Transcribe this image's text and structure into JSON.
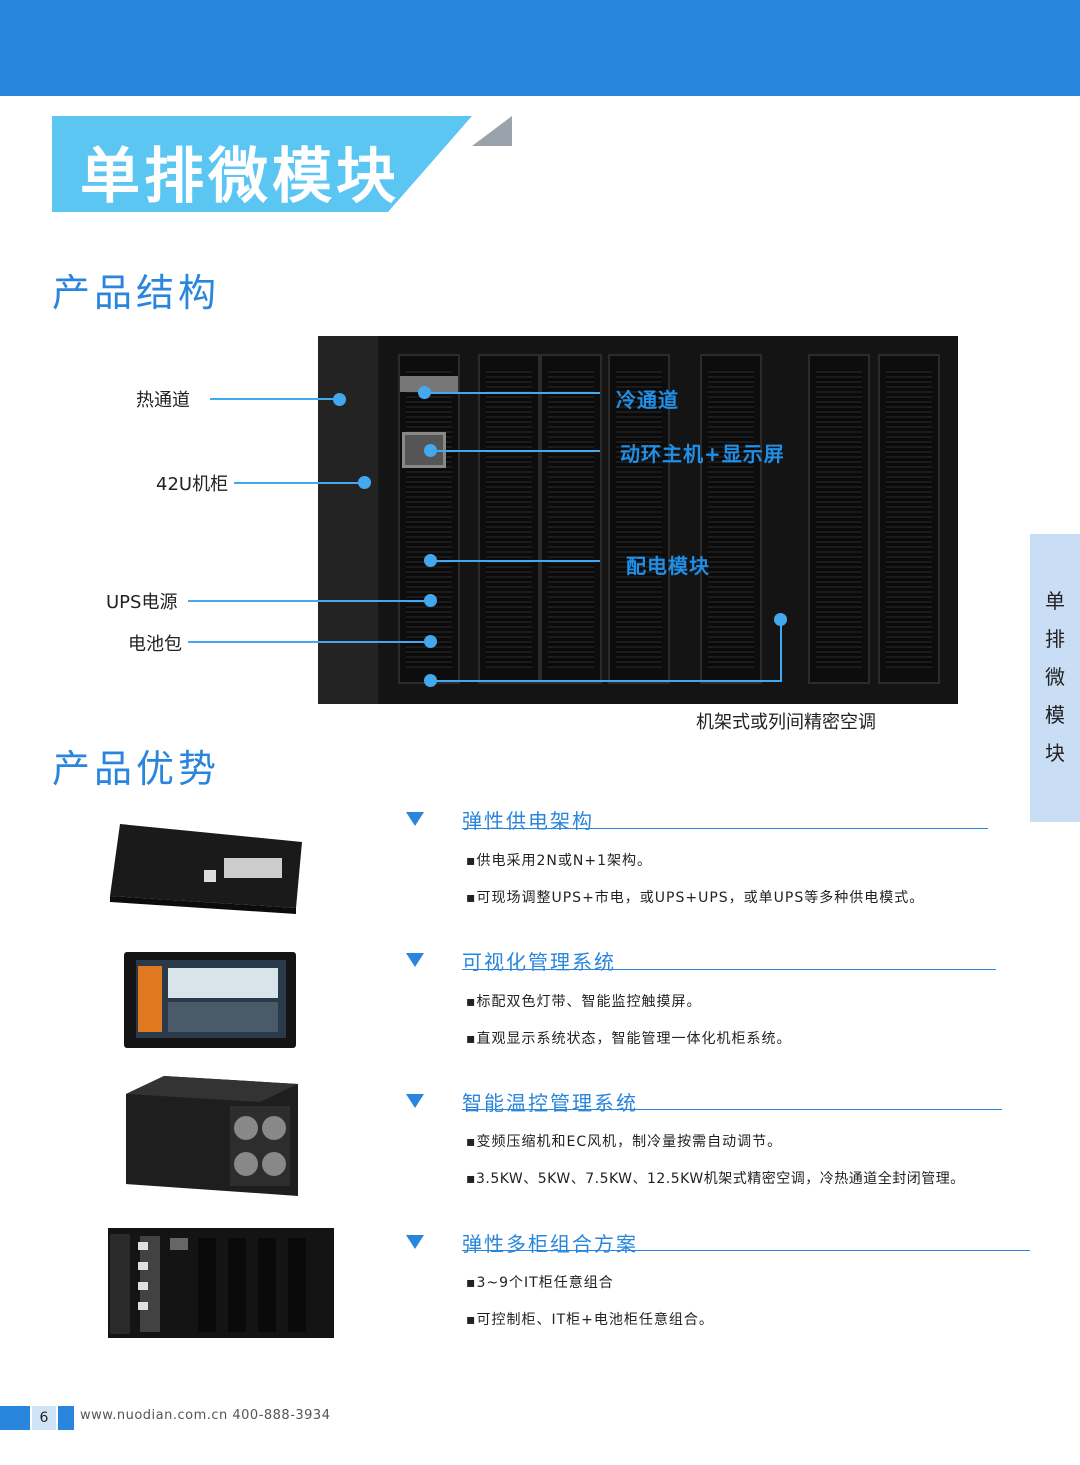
{
  "page": {
    "title": "单排微模块",
    "section1": "产品结构",
    "section2": "产品优势",
    "side_tab": [
      "单",
      "排",
      "微",
      "模",
      "块"
    ]
  },
  "diagram": {
    "left_labels": [
      "热通道",
      "42U机柜",
      "UPS电源",
      "电池包"
    ],
    "right_labels": [
      "冷通道",
      "动环主机+显示屏",
      "配电模块"
    ],
    "bottom_label": "机架式或列间精密空调"
  },
  "features": [
    {
      "title": "弹性供电架构",
      "bullets": [
        "▪供电采用2N或N+1架构。",
        "▪可现场调整UPS+市电，或UPS+UPS，或单UPS等多种供电模式。"
      ]
    },
    {
      "title": "可视化管理系统",
      "bullets": [
        "▪标配双色灯带、智能监控触摸屏。",
        "▪直观显示系统状态，智能管理一体化机柜系统。"
      ]
    },
    {
      "title": "智能温控管理系统",
      "bullets": [
        "▪变频压缩机和EC风机，制冷量按需自动调节。",
        "▪3.5KW、5KW、7.5KW、12.5KW机架式精密空调，冷热通道全封闭管理。"
      ]
    },
    {
      "title": "弹性多柜组合方案",
      "bullets": [
        "▪3~9个IT柜任意组合",
        "▪可控制柜、IT柜+电池柜任意组合。"
      ]
    }
  ],
  "footer": {
    "page_number": "6",
    "contact": "www.nuodian.com.cn  400-888-3934"
  }
}
